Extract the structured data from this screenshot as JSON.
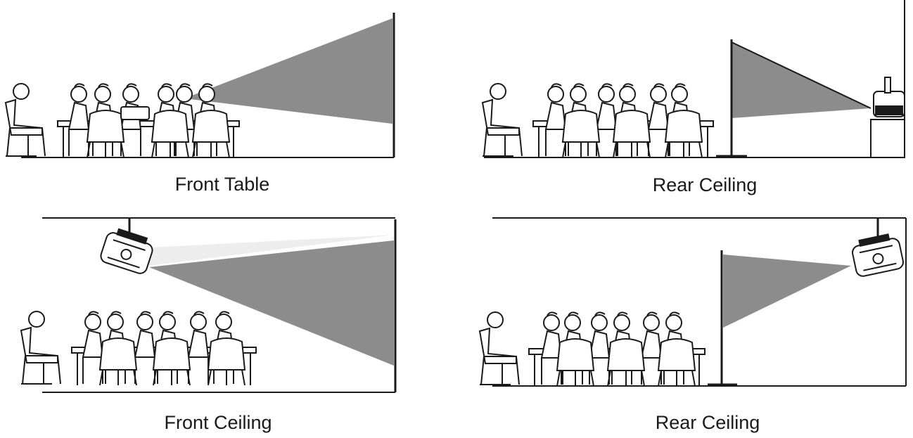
{
  "diagram": {
    "panels": [
      {
        "id": "front-table",
        "caption": "Front Table"
      },
      {
        "id": "rear-table",
        "caption": "Rear Ceiling"
      },
      {
        "id": "front-ceiling",
        "caption": "Front Ceiling"
      },
      {
        "id": "rear-ceiling",
        "caption": "Rear Ceiling"
      }
    ],
    "colors": {
      "line": "#1a1a1a",
      "beam": "#8c8c8c",
      "beam_light": "#ededed",
      "fill": "#ffffff"
    }
  }
}
